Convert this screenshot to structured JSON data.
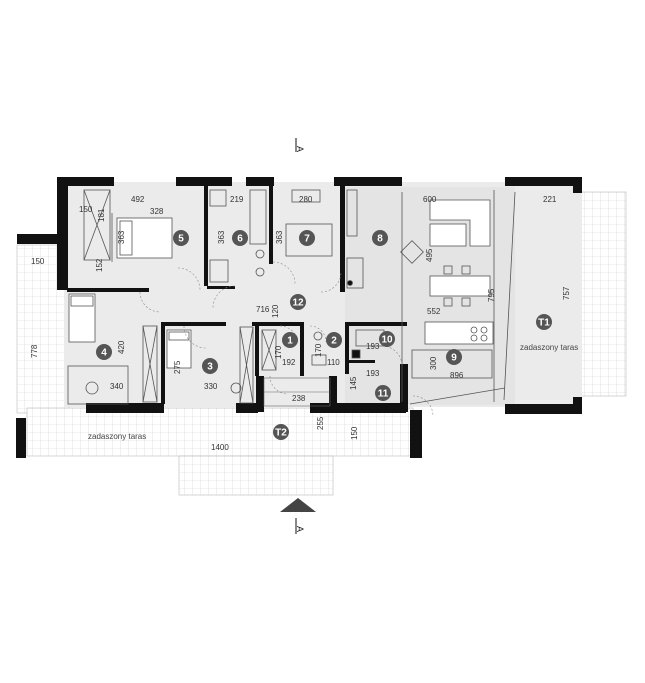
{
  "section_marks": {
    "top": "A",
    "bottom": "A"
  },
  "rooms": [
    {
      "number": "1"
    },
    {
      "number": "2"
    },
    {
      "number": "3"
    },
    {
      "number": "4"
    },
    {
      "number": "5"
    },
    {
      "number": "6"
    },
    {
      "number": "7"
    },
    {
      "number": "8"
    },
    {
      "number": "9"
    },
    {
      "number": "10"
    },
    {
      "number": "11"
    },
    {
      "number": "12"
    },
    {
      "number": "T1"
    },
    {
      "number": "T2"
    }
  ],
  "labels": {
    "terrace_right": "zadaszony taras",
    "terrace_bottom": "zadaszony taras"
  },
  "dimensions": {
    "d492": "492",
    "d150": "150",
    "d181": "181",
    "d328": "328",
    "d152": "152",
    "d363a": "363",
    "d219": "219",
    "d363b": "363",
    "d280": "280",
    "d363c": "363",
    "d600": "600",
    "d221": "221",
    "d495": "495",
    "d757": "757",
    "d795": "795",
    "d552": "552",
    "d716": "716",
    "d120": "120",
    "d420": "420",
    "d275": "275",
    "d170a": "170",
    "d170b": "170",
    "d192": "192",
    "d110": "110",
    "d193a": "193",
    "d193b": "193",
    "d145": "145",
    "d300": "300",
    "d896": "896",
    "d340": "340",
    "d330": "330",
    "d238": "238",
    "d255": "255",
    "d150b": "150",
    "d1400": "1400",
    "d778": "778",
    "d150c": "150"
  }
}
